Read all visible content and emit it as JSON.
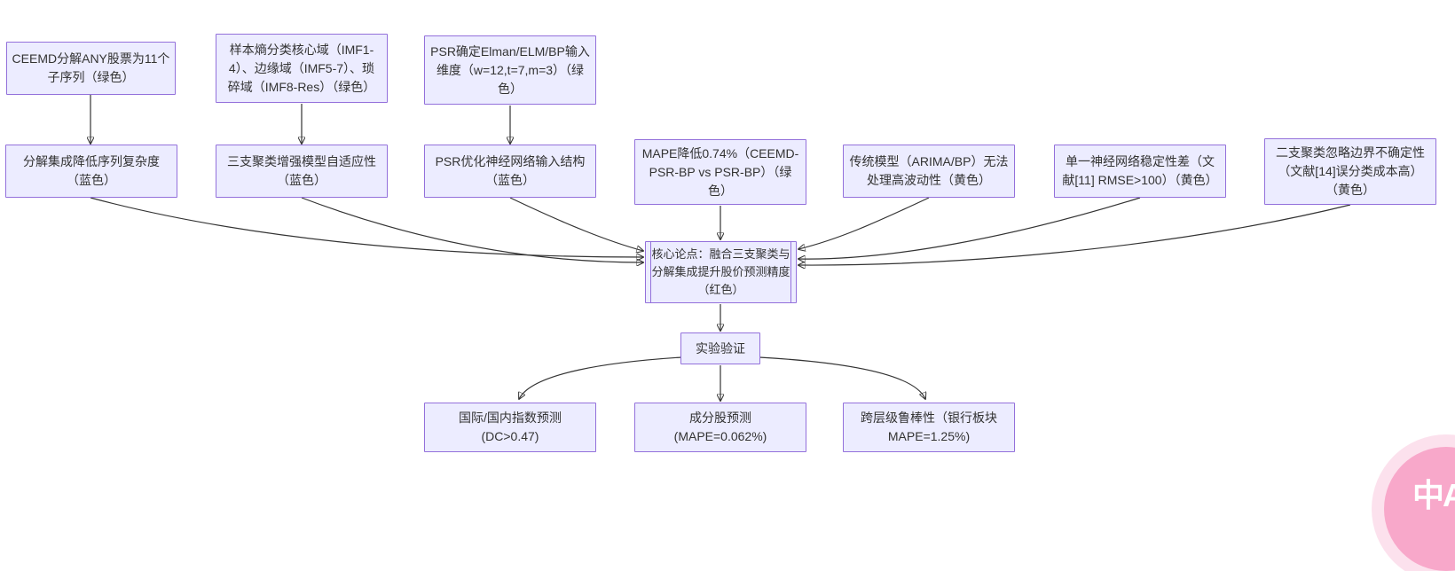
{
  "diagram": {
    "background": "#ffffff",
    "node_fill": "#ececff",
    "node_border": "#9370db",
    "edge_color": "#333333",
    "text_color": "#333333",
    "nodes": {
      "ceemd": {
        "label": "CEEMD分解ANY股票为11个\n子序列（绿色）"
      },
      "entropy": {
        "label": "样本熵分类核心域（IMF1-\n4）、边缘域（IMF5-7）、琐\n碎域（IMF8-Res）（绿色）"
      },
      "psr_dim": {
        "label": "PSR确定Elman/ELM/BP输入\n维度（w=12,t=7,m=3）（绿\n色）"
      },
      "decomp": {
        "label": "分解集成降低序列复杂度\n（蓝色）"
      },
      "twc": {
        "label": "三支聚类增强模型自适应性\n（蓝色）"
      },
      "psr_opt": {
        "label": "PSR优化神经网络输入结构\n（蓝色）"
      },
      "mape": {
        "label": "MAPE降低0.74%（CEEMD-\nPSR-BP vs PSR-BP）（绿\n色）"
      },
      "traditional": {
        "label": "传统模型（ARIMA/BP）无法\n处理高波动性（黄色）"
      },
      "single_nn": {
        "label": "单一神经网络稳定性差（文\n献[11] RMSE>100）（黄色）"
      },
      "two_wc": {
        "label": "二支聚类忽略边界不确定性\n（文献[14]误分类成本高）\n（黄色）"
      },
      "core": {
        "label": "核心论点：融合三支聚类与\n分解集成提升股价预测精度\n（红色）"
      },
      "experiment": {
        "label": "实验验证"
      },
      "index_pred": {
        "label": "国际/国内指数预测\n(DC>0.47)"
      },
      "stock_pred": {
        "label": "成分股预测\n(MAPE=0.062%)"
      },
      "robust": {
        "label": "跨层级鲁棒性（银行板块\nMAPE=1.25%)"
      }
    },
    "edges": [
      {
        "from": "ceemd",
        "to": "decomp"
      },
      {
        "from": "entropy",
        "to": "twc"
      },
      {
        "from": "psr_dim",
        "to": "psr_opt"
      },
      {
        "from": "decomp",
        "to": "core"
      },
      {
        "from": "twc",
        "to": "core"
      },
      {
        "from": "psr_opt",
        "to": "core"
      },
      {
        "from": "mape",
        "to": "core"
      },
      {
        "from": "traditional",
        "to": "core"
      },
      {
        "from": "single_nn",
        "to": "core"
      },
      {
        "from": "two_wc",
        "to": "core"
      },
      {
        "from": "core",
        "to": "experiment"
      },
      {
        "from": "experiment",
        "to": "index_pred"
      },
      {
        "from": "experiment",
        "to": "stock_pred"
      },
      {
        "from": "experiment",
        "to": "robust"
      }
    ]
  },
  "watermark": {
    "label": "中A",
    "background": "#f8a8ca"
  }
}
